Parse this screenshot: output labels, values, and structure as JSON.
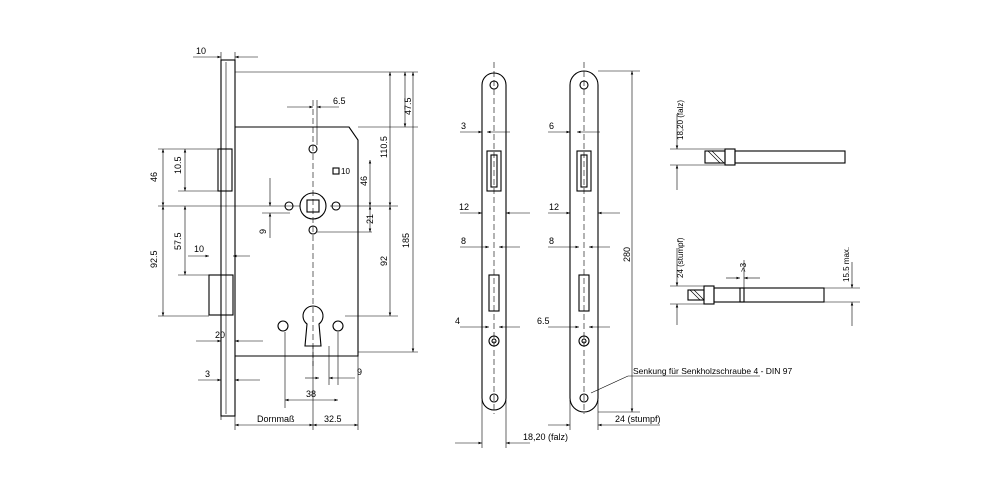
{
  "dimensions": {
    "d10_top": "10",
    "d6_5_spindle": "6.5",
    "d47_5": "47.5",
    "d110_5": "110.5",
    "d185": "185",
    "sq10": "10",
    "d46_left": "46",
    "d10_5": "10.5",
    "d46_right": "46",
    "d21": "21",
    "d9_left": "9",
    "d57_5": "57.5",
    "d10_mid": "10",
    "d92_5": "92.5",
    "d92": "92",
    "d20": "20",
    "d3_bottom": "3",
    "d38": "38",
    "d9_bottom": "9",
    "dornmass": "Dornmaß",
    "d32_5": "32.5",
    "d3_plate": "3",
    "d12_plate_a": "12",
    "d8_plate_a": "8",
    "d4_plate": "4",
    "d6_plate": "6",
    "d12_plate_b": "12",
    "d8_plate_b": "8",
    "d6_5_plate": "6.5",
    "d280": "280",
    "falz_width": "18,20 (falz)",
    "stumpf_width": "24 (stumpf)",
    "screw_note": "Senkung für Senkholzschraube 4 - DIN 97",
    "latch_falz": "18,20 (falz)",
    "latch_stumpf": "24 (stumpf)",
    "latch_gt3": ">3",
    "latch_max": "15.5 max."
  }
}
